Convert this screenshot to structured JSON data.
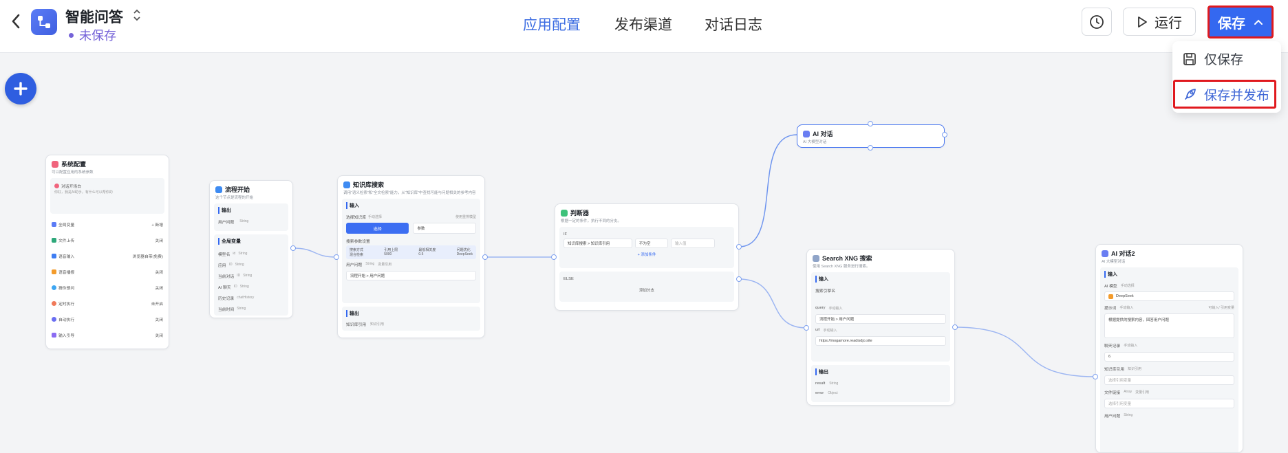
{
  "header": {
    "app_title": "智能问答",
    "status": "未保存",
    "tabs": [
      {
        "label": "应用配置",
        "active": true
      },
      {
        "label": "发布渠道",
        "active": false
      },
      {
        "label": "对话日志",
        "active": false
      }
    ],
    "run_label": "运行",
    "save_label": "保存",
    "dropdown": {
      "save_only": "仅保存",
      "save_publish": "保存并发布"
    },
    "accent_color": "#3468f0",
    "highlight_color": "#e0191e"
  },
  "nodes": {
    "system": {
      "title": "系统配置",
      "desc": "可以配置应用的系统参数",
      "welcome_label": "对话开场白",
      "welcome_placeholder": "你好，我是AI助手，有什么可以帮你的",
      "rows": [
        {
          "label": "全局变量",
          "value": "+ 新增"
        },
        {
          "label": "文件上传",
          "value": "关闭"
        },
        {
          "label": "语音输入",
          "value": "浏览器自带(免费)"
        },
        {
          "label": "语音播报",
          "value": "关闭"
        },
        {
          "label": "猜你想问",
          "value": "关闭"
        },
        {
          "label": "定时执行",
          "value": "未开启"
        },
        {
          "label": "自动执行",
          "value": "关闭"
        },
        {
          "label": "输入引导",
          "value": "关闭"
        }
      ]
    },
    "start": {
      "title": "流程开始",
      "desc": "这个节点是流程的开始",
      "output_title": "输出",
      "output_field": "用户问题",
      "output_type": "String",
      "global_title": "全局变量",
      "globals": [
        {
          "name": "模型名",
          "key": "id",
          "type": "String"
        },
        {
          "name": "应用",
          "key": "ID",
          "type": "String"
        },
        {
          "name": "当前对话",
          "key": "ID",
          "type": "String"
        },
        {
          "name": "AI 聊天",
          "key": "ID",
          "type": "String"
        },
        {
          "name": "历史记录",
          "key": "",
          "type": "chatHistory"
        },
        {
          "name": "当前时间",
          "key": "",
          "type": "String"
        }
      ]
    },
    "kb": {
      "title": "知识库搜索",
      "desc": "调用“语义检索”和“全文检索”能力，从“知识库”中查找可能与问题相关的参考内容",
      "input_title": "输入",
      "kb_label": "选择知识库",
      "manual": "手动选择",
      "show_label": "使用重排模型",
      "select_btn": "选择",
      "param_btn": "参数",
      "search_param_title": "搜索参数设置",
      "param_headers": [
        "搜索方式",
        "引用上限",
        "最低相关度",
        "问题优化"
      ],
      "param_values": [
        "混合检索",
        "5000",
        "0.5",
        "DeepSeek"
      ],
      "question_label": "用户问题",
      "question_type": "String",
      "question_ref": "变量引用",
      "question_value": "流程开始 > 用户问题",
      "output_title": "输出",
      "output_field": "知识库引用",
      "output_type": "知识引用"
    },
    "judge": {
      "title": "判断器",
      "desc": "根据一定的条件，执行不同的分支。",
      "if_label": "IF",
      "cond_left": "知识库搜索 > 知识库引用",
      "cond_op": "不为空",
      "cond_placeholder": "输入值",
      "add_cond": "+ 添加条件",
      "else_label": "ELSE",
      "add_branch": "添加分支"
    },
    "ai1": {
      "title": "AI 对话",
      "desc": "AI 大模型对话"
    },
    "searxng": {
      "title": "Search XNG 搜索",
      "desc": "使用 Search XNG 服务进行搜索。",
      "input_title": "输入",
      "search_engine_label": "搜索引擎名",
      "query_label": "query",
      "query_ref": "手动输入",
      "query_value": "流程开始 > 用户问题",
      "url_label": "url",
      "url_ref": "手动输入",
      "url_value": "https://mogamore.readisdjo.site",
      "output_title": "输出",
      "outputs": [
        {
          "name": "result",
          "type": "String"
        },
        {
          "name": "error",
          "type": "Object"
        }
      ]
    },
    "ai2": {
      "title": "AI 对话2",
      "desc": "AI 大模型对话",
      "input_title": "输入",
      "model_label": "AI 模型",
      "model_ref": "手动选择",
      "model_value": "DeepSeek",
      "prompt_label": "提示词",
      "prompt_ref": "手动输入",
      "prompt_hint": "可输入/ 引用变量",
      "prompt_value": "根据提供的搜索内容，回答用户问题",
      "history_label": "聊天记录",
      "history_ref": "手动输入",
      "history_value": "6",
      "kb_label": "知识库引用",
      "kb_type": "知识引用",
      "kb_placeholder": "选择引用变量",
      "file_label": "文件链接",
      "file_type": "Array",
      "file_ref": "变量引用",
      "file_placeholder": "选择引用变量",
      "question_label": "用户问题",
      "question_type": "String"
    }
  }
}
